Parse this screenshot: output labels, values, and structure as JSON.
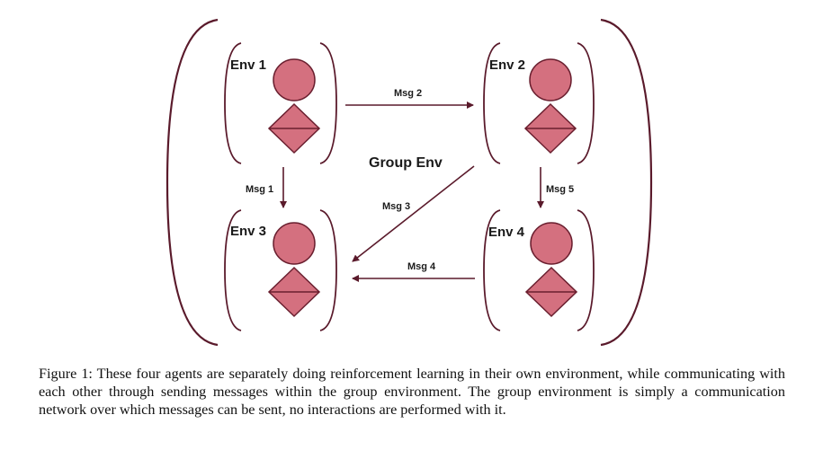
{
  "diagram": {
    "group_label": "Group Env",
    "envs": [
      {
        "label": "Env 1"
      },
      {
        "label": "Env 2"
      },
      {
        "label": "Env 3"
      },
      {
        "label": "Env 4"
      }
    ],
    "messages": [
      {
        "label": "Msg 1"
      },
      {
        "label": "Msg 2"
      },
      {
        "label": "Msg 3"
      },
      {
        "label": "Msg 4"
      },
      {
        "label": "Msg 5"
      }
    ],
    "colors": {
      "outline": "#5a1a2b",
      "agent_fill": "#d4707f",
      "agent_stroke": "#6a1f2f"
    }
  },
  "caption": "Figure 1: These four agents are separately doing reinforcement learning in their own environment, while communicating with each other through sending messages within the group environment. The group environment is simply a communication network over which messages can be sent, no interactions are performed with it."
}
